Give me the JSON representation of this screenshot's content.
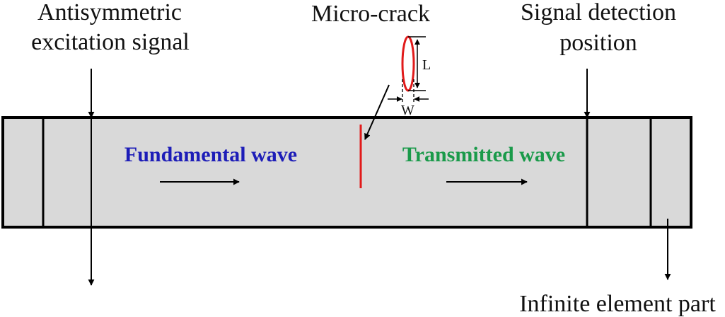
{
  "labels": {
    "excitation_line1": "Antisymmetric",
    "excitation_line2": "excitation signal",
    "crack": "Micro-crack",
    "detection_line1": "Signal detection",
    "detection_line2": "position",
    "fundamental": "Fundamental wave",
    "transmitted": "Transmitted wave",
    "infinite": "Infinite element part",
    "dim_length": "L",
    "dim_width": "W"
  },
  "colors": {
    "beam_fill": "#d9d9d9",
    "outline": "#000000",
    "crack": "#e11a1a",
    "fundamental_text": "#1d1db8",
    "transmitted_text": "#1a9a4a"
  }
}
